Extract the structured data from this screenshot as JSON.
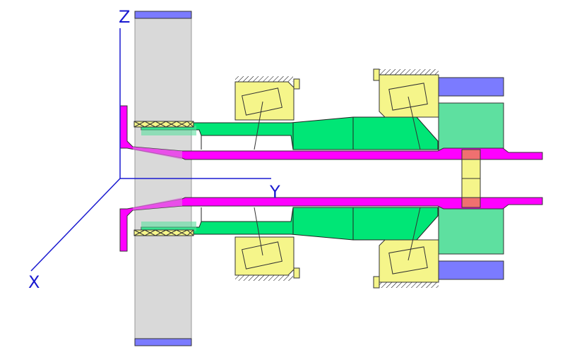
{
  "axes": {
    "z": "Z",
    "y": "Y",
    "x": "X"
  },
  "colors": {
    "shaft": "#ff00ff",
    "hub": "#00e676",
    "housing": "#f5f58a",
    "disk": "#d9d9d9",
    "cap": "#7b7bff",
    "flange": "#5ee0a0",
    "coupling_yellow": "#f5f58a",
    "coupling_red": "#f07070",
    "axis": "#1a1ad0"
  }
}
